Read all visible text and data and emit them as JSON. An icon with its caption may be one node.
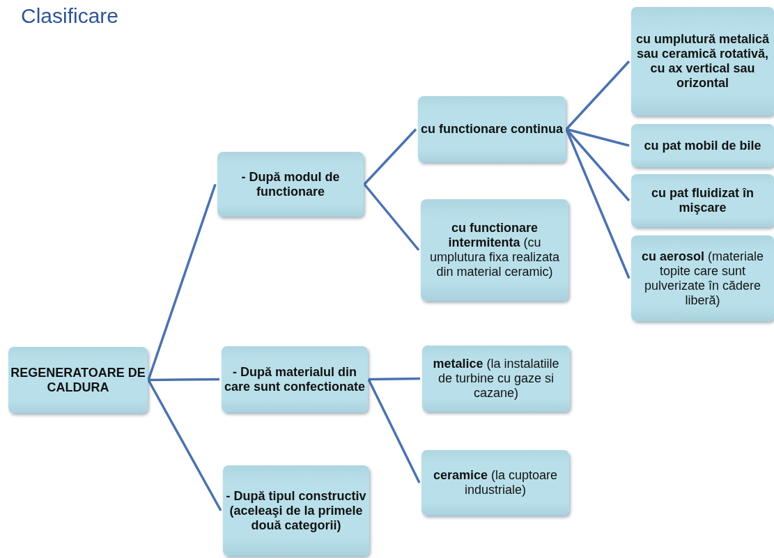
{
  "diagram": {
    "title": "Clasificare",
    "nodes": [
      {
        "text": [
          "REGENERATOARE DE CALDURA"
        ]
      },
      {
        "text": [
          "- După  modul de functionare"
        ]
      },
      {
        "text": [
          "- După materialul din care sunt confectionate"
        ]
      },
      {
        "text": [
          "- După tipul constructiv (aceleaşi de la primele două categorii)"
        ]
      },
      {
        "text": [
          "cu functionare continua"
        ]
      },
      {
        "text": [
          "**cu functionare intermitenta** (cu umplutura fixa realizata din material ceramic)"
        ]
      },
      {
        "text": [
          "**metalice** (la instalatiile de turbine cu gaze si cazane)"
        ]
      },
      {
        "text": [
          "**ceramice** (la cuptoare industriale)"
        ]
      },
      {
        "text": [
          "cu umplutură metalică sau ceramică rotativă, cu ax vertical sau orizontal"
        ]
      },
      {
        "text": [
          "cu pat mobil de bile"
        ]
      },
      {
        "text": [
          "cu pat fluidizat în mişcare"
        ]
      },
      {
        "text": [
          "**cu aerosol** (materiale topite care sunt pulverizate în cădere liberă)"
        ]
      }
    ],
    "edges": [
      {
        "from": 0,
        "to": 1,
        "arrow": "none"
      },
      {
        "from": 0,
        "to": 2,
        "arrow": "none"
      },
      {
        "from": 0,
        "to": 3,
        "arrow": "none"
      },
      {
        "from": 1,
        "to": 4,
        "arrow": "none"
      },
      {
        "from": 1,
        "to": 5,
        "arrow": "none"
      },
      {
        "from": 2,
        "to": 6,
        "arrow": "none"
      },
      {
        "from": 2,
        "to": 7,
        "arrow": "none"
      },
      {
        "from": 4,
        "to": 8,
        "arrow": "none"
      },
      {
        "from": 4,
        "to": 9,
        "arrow": "none"
      },
      {
        "from": 4,
        "to": 10,
        "arrow": "none"
      },
      {
        "from": 4,
        "to": 11,
        "arrow": "none"
      }
    ]
  }
}
